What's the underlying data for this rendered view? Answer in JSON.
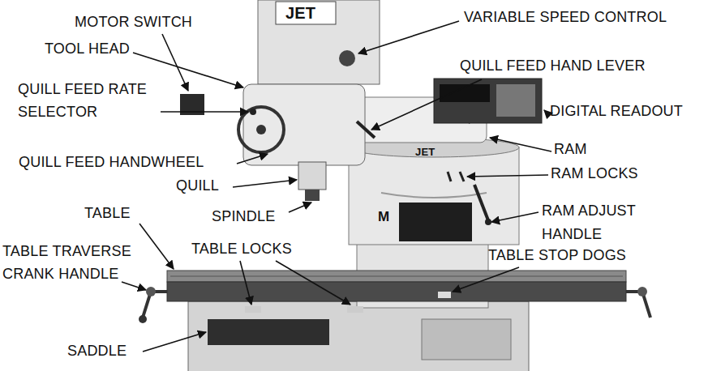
{
  "diagram": {
    "labels": [
      "MOTOR SWITCH",
      "VARIABLE SPEED CONTROL",
      "TOOL HEAD",
      "QUILL FEED HAND LEVER",
      "QUILL FEED RATE SELECTOR",
      "DIGITAL READOUT",
      "QUILL FEED HANDWHEEL",
      "RAM",
      "RAM LOCKS",
      "QUILL",
      "SPINDLE",
      "RAM ADJUST HANDLE",
      "TABLE",
      "TABLE TRAVERSE CRANK HANDLE",
      "TABLE LOCKS",
      "TABLE STOP DOGS",
      "SADDLE",
      "JET",
      "JET",
      "M"
    ]
  }
}
